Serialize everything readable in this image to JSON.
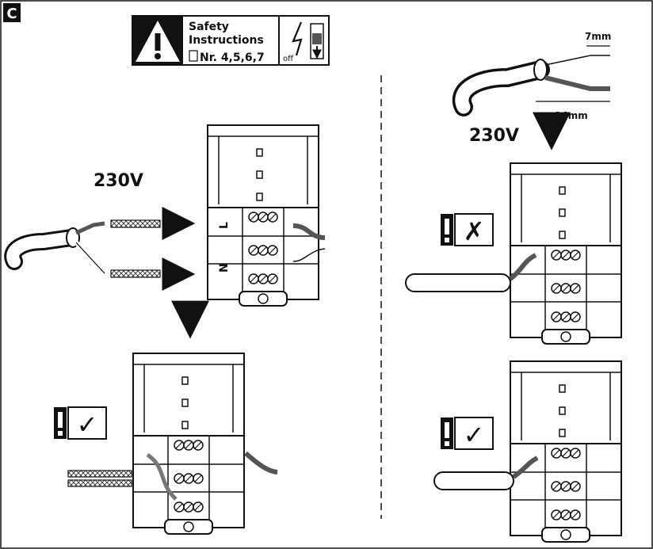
{
  "section": {
    "letter": "C"
  },
  "safety_box": {
    "line1": "Safety",
    "line2": "Instructions",
    "line3": "Nr. 4,5,6,7",
    "switch_label": "off"
  },
  "voltage": {
    "left": "230V",
    "right": "230V"
  },
  "strip_lengths": {
    "short": "7mm",
    "long": "14mm"
  },
  "terminal_letters": {
    "live": "L",
    "neutral": "N"
  },
  "verdicts": {
    "wrong": "✗",
    "right": "✓"
  },
  "colors": {
    "ink": "#1a1a1a",
    "wire_brown": "#7a7a7a",
    "wire_white": "#ffffff",
    "paper": "#ffffff"
  },
  "icons": [
    "warning-triangle-icon",
    "lightning-icon",
    "arrow-down-icon",
    "arrow-right-icon",
    "exclamation-icon",
    "cross-icon",
    "check-icon"
  ]
}
